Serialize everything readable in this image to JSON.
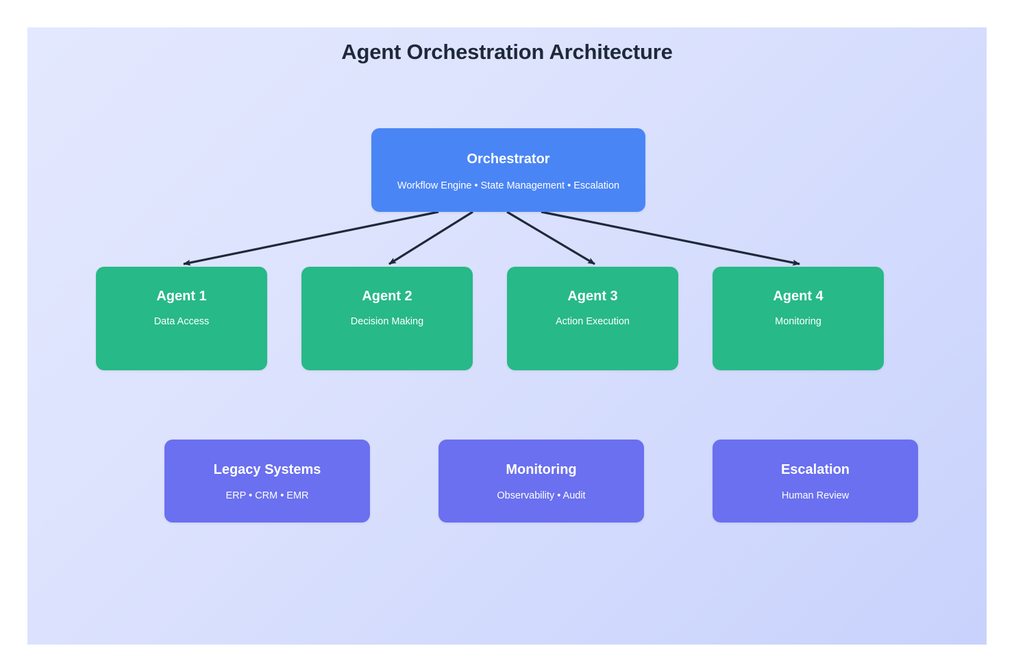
{
  "diagram": {
    "title": "Agent Orchestration Architecture",
    "background_from": "#e3e8fe",
    "background_to": "#c8d2fc",
    "edge_color": "#1e293b"
  },
  "orchestrator": {
    "title": "Orchestrator",
    "subtitle": "Workflow Engine • State Management • Escalation",
    "color": "#4a85f5"
  },
  "agents": [
    {
      "title": "Agent 1",
      "subtitle": "Data Access",
      "color": "#27b987"
    },
    {
      "title": "Agent 2",
      "subtitle": "Decision Making",
      "color": "#27b987"
    },
    {
      "title": "Agent 3",
      "subtitle": "Action Execution",
      "color": "#27b987"
    },
    {
      "title": "Agent 4",
      "subtitle": "Monitoring",
      "color": "#27b987"
    }
  ],
  "support": [
    {
      "title": "Legacy Systems",
      "subtitle": "ERP • CRM • EMR",
      "color": "#6a70ef"
    },
    {
      "title": "Monitoring",
      "subtitle": "Observability • Audit",
      "color": "#6a70ef"
    },
    {
      "title": "Escalation",
      "subtitle": "Human Review",
      "color": "#6a70ef"
    }
  ],
  "edges": [
    {
      "from": "orchestrator",
      "to": "Agent 1"
    },
    {
      "from": "orchestrator",
      "to": "Agent 2"
    },
    {
      "from": "orchestrator",
      "to": "Agent 3"
    },
    {
      "from": "orchestrator",
      "to": "Agent 4"
    }
  ]
}
